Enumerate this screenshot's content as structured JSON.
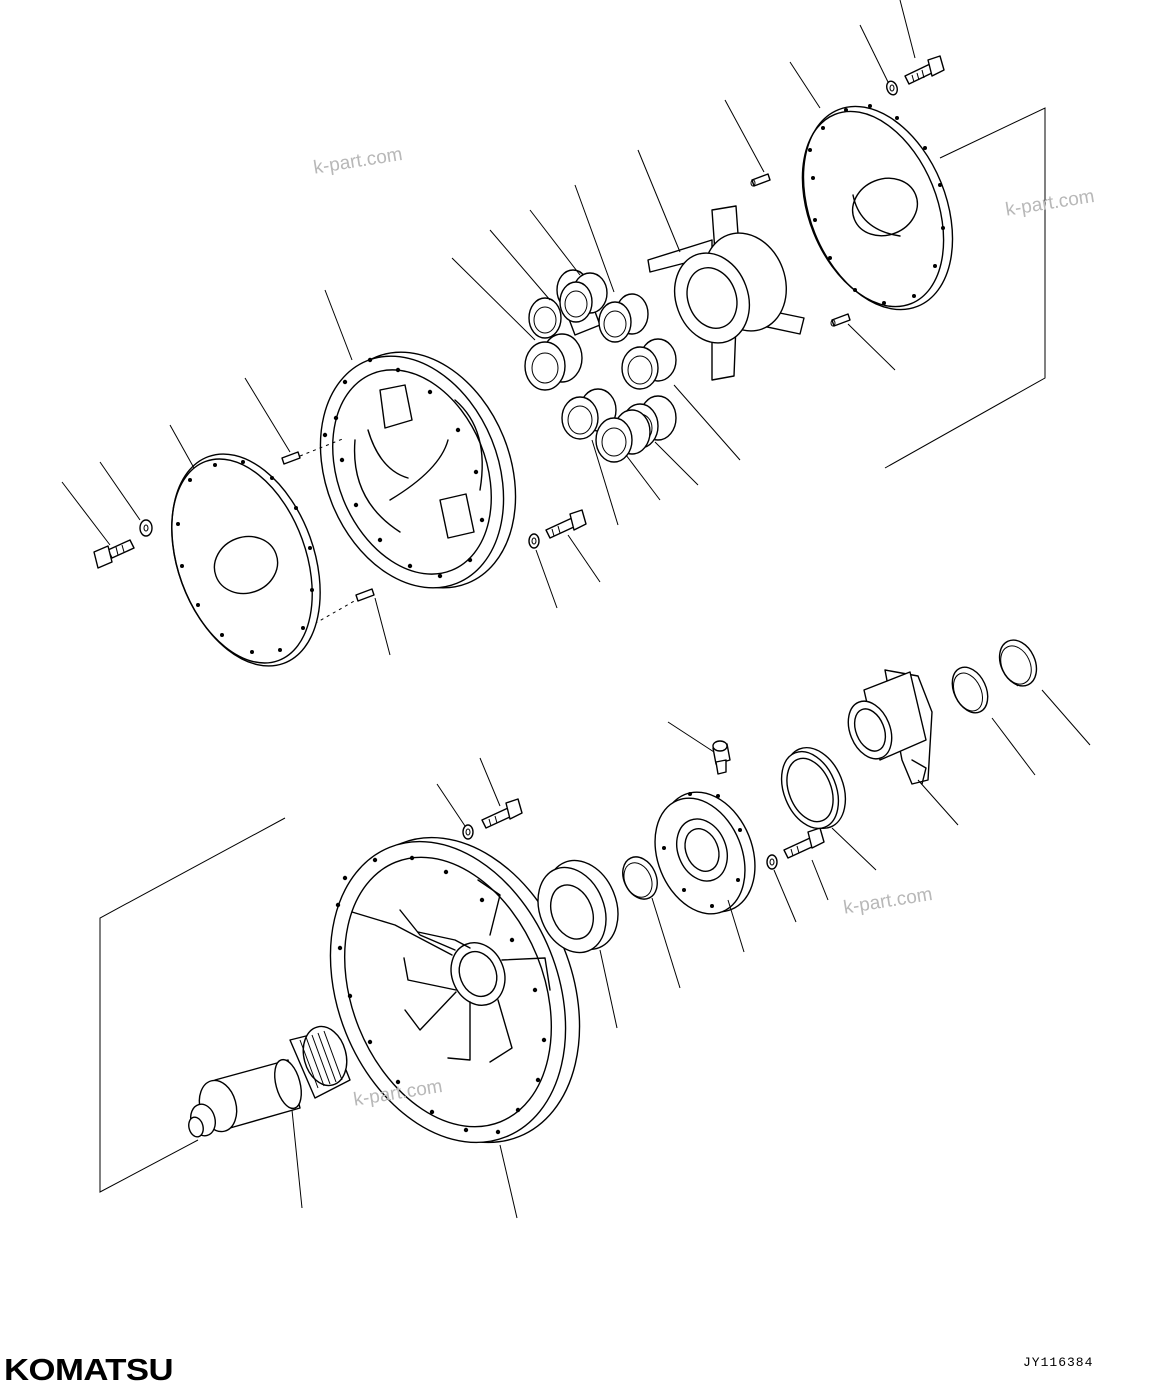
{
  "watermarks": [
    "k-part.com",
    "k-part.com",
    "k-part.com",
    "k-part.com"
  ],
  "drawing_number": "JY116384",
  "brand": "KOMATSU"
}
